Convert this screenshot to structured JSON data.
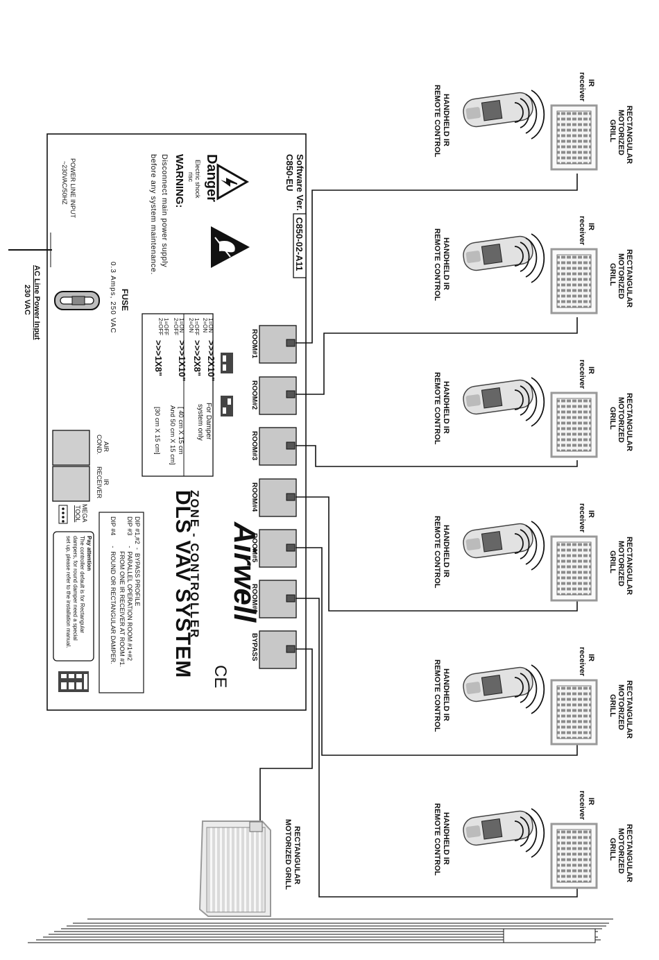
{
  "controller": {
    "software_label": "Software Ver.",
    "software_version": "C850-02-A11",
    "model": "C850-EU",
    "danger_title": "Danger",
    "danger_sub1": "Electric shock",
    "danger_sub2": "risc",
    "warning_title": "WARNING:",
    "warning_line1": "Disconnect main power supply",
    "warning_line2": "before any system maintenance.",
    "power_line1": "POWER LINE INPUT",
    "power_line2": "~230VAC/50HZ",
    "fuse_title": "FUSE",
    "fuse_spec": "0.3 Amps, 250 VAC",
    "ac_input_line1": "AC Line Power Input",
    "ac_input_line2": "230 VAC",
    "brand": "Airwell",
    "zone_controller": "ZONE  -  CONTROLLER",
    "system_name": "DLS VAV SYSTEM",
    "ce_mark": "CE",
    "ports": [
      "ROOM#1",
      "ROOM#2",
      "ROOM#3",
      "ROOM#4",
      "ROOM#5",
      "ROOM#6",
      "BYPASS"
    ],
    "air_cond_1": "AIR",
    "air_cond_2": "COND.",
    "ir_receiver_1": "IR",
    "ir_receiver_2": "RECEIVER",
    "mega_1": "MEGA",
    "mega_2": "TOOL",
    "dip_sizes": {
      "row1_state": [
        "1=ON",
        "2=ON"
      ],
      "row1_size": ">>>2X10\"",
      "row2_state": [
        "1=OFF",
        "2=ON"
      ],
      "row2_size": ">>>2X8\"",
      "row3_state": [
        "1=ON",
        "2=OFF"
      ],
      "row3_size": ">>>1X10\"",
      "row3_metric1": "[ 40 cm X 15 cm",
      "row3_metric2": "And 50 cm X 15 cm]",
      "row4_state": [
        "1=OFF",
        "2=OFF"
      ],
      "row4_size": ">>>1X8\"",
      "row4_metric": "[30 cm X 15 cm]",
      "note1": "For Damper",
      "note2": "system only"
    },
    "dip_functions": [
      "DIP #1,#2  -  BYPASS PROFILE",
      "DIP #3      -  PARALLEL OPERATION ROOM #1+#2",
      "                    FROM ONE IR RECEIVER AT ROOM #1.",
      "DIP #4      -  ROUND OR RECTANGULAR DAMPER."
    ],
    "attention": [
      "Pay attention",
      "The controller default is for Rectangular",
      "dampers, for round damper need a special",
      "set up, please refer to the installation manual."
    ]
  },
  "zones": [
    {
      "grill": [
        "RECTANGULAR",
        "MOTORIZED",
        "GRILL"
      ],
      "receiver": [
        "IR",
        "receiver"
      ],
      "remote": [
        "HANDHELD IR",
        "REMOTE CONTROL"
      ]
    },
    {
      "grill": [
        "RECTANGULAR",
        "MOTORIZED",
        "GRILL"
      ],
      "receiver": [
        "IR",
        "receiver"
      ],
      "remote": [
        "HANDHELD IR",
        "REMOTE CONTROL"
      ]
    },
    {
      "grill": [
        "RECTANGULAR",
        "MOTORIZED",
        "GRILL"
      ],
      "receiver": [
        "IR",
        "receiver"
      ],
      "remote": [
        "HANDHELD IR",
        "REMOTE CONTROL"
      ]
    },
    {
      "grill": [
        "RECTANGULAR",
        "MOTORIZED",
        "GRILL"
      ],
      "receiver": [
        "IR",
        "receiver"
      ],
      "remote": [
        "HANDHELD IR",
        "REMOTE CONTROL"
      ]
    },
    {
      "grill": [
        "RECTANGULAR",
        "MOTORIZED",
        "GRILL"
      ],
      "receiver": [
        "IR",
        "receiver"
      ],
      "remote": [
        "HANDHELD IR",
        "REMOTE CONTROL"
      ]
    },
    {
      "grill": [
        "RECTANGULAR",
        "MOTORIZED",
        "GRILL"
      ],
      "receiver": [
        "IR",
        "receiver"
      ],
      "remote": [
        "HANDHELD IR",
        "REMOTE CONTROL"
      ]
    }
  ],
  "bypass_grill": [
    "RECTANGULAR",
    "MOTORIZED GRILL"
  ]
}
